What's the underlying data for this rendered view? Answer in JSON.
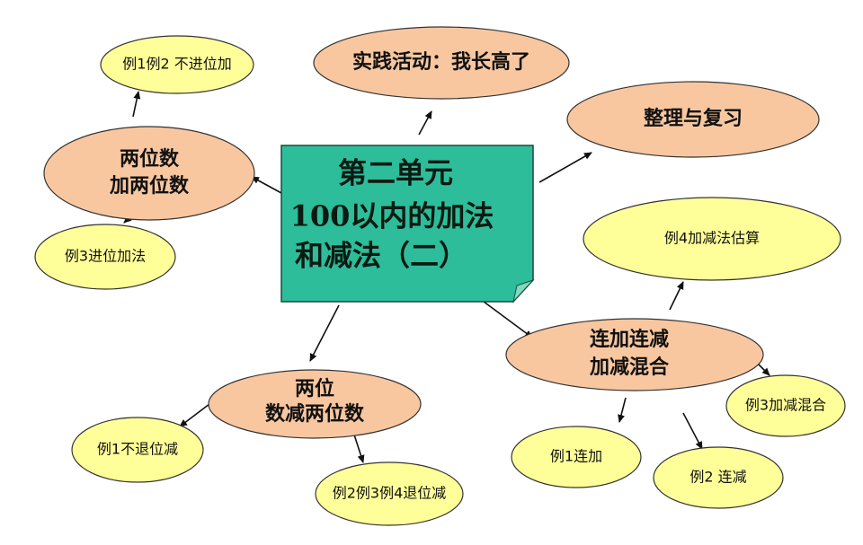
{
  "colors": {
    "center": "#2dbd9a",
    "main_node": "#f8c7a0",
    "sub_node": "#ffff99"
  },
  "center": {
    "line1": "第二单元",
    "line2": "100以内的加法",
    "line3": "和减法（二）"
  },
  "nodes": {
    "practice": "实践活动：我长高了",
    "review": "整理与复习",
    "add_two_digit": {
      "line1": "两位数",
      "line2": "加两位数"
    },
    "add_ex12": "例1例2 不进位加",
    "add_ex3": "例3进位加法",
    "sub_two_digit": {
      "line1": "两位",
      "line2": "数减两位数"
    },
    "sub_ex1": "例1不退位减",
    "sub_ex234": "例2例3例4退位减",
    "mixed": {
      "line1": "连加连减",
      "line2": "加减混合"
    },
    "mixed_ex4": "例4加减法估算",
    "mixed_ex1": "例1连加",
    "mixed_ex2": "例2 连减",
    "mixed_ex3": "例3加减混合"
  }
}
